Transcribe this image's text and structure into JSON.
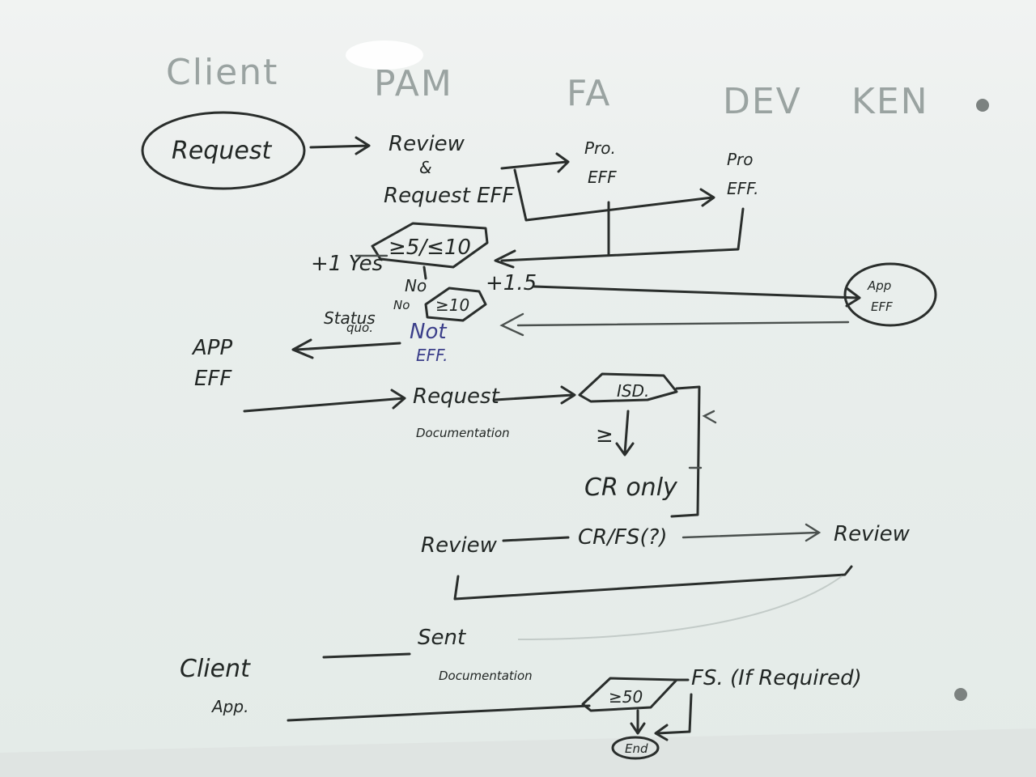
{
  "columns": [
    "Client",
    "PAM",
    "FA",
    "DEV",
    "KEN"
  ],
  "nodes": {
    "request": "Request",
    "review_request_eff": [
      "Review",
      "&",
      "Request EFF"
    ],
    "pro_eff_fa": [
      "Pro.",
      "EFF"
    ],
    "pro_eff_dev": [
      "Pro",
      "EFF."
    ],
    "plus_one_yes": "+1 Yes",
    "decision_5_10": "≥5/≤10",
    "no_1": "No",
    "decision_10": "≥10",
    "plus_1_5": "+1.5",
    "app_eff_right": [
      "App",
      "EFF"
    ],
    "no_2": "No",
    "status_quo": [
      "Status",
      "quo."
    ],
    "not_eff": [
      "Not",
      "EFF."
    ],
    "app_eff_left": [
      "APP",
      "EFF"
    ],
    "request_documentation": [
      "Request",
      "Documentation"
    ],
    "isd": "ISD.",
    "gte": "≥",
    "cr_only": "CR only",
    "review_left": "Review",
    "cr_fs": "CR/FS(?)",
    "review_right": "Review",
    "sent_documentation": [
      "Sent",
      "Documentation"
    ],
    "client_app": [
      "Client",
      "App."
    ],
    "decision_50": "≥50",
    "fs_required": "FS. (If Required)",
    "end": "End"
  },
  "colors": {
    "ink": "#222725",
    "blue_marker": "#3b3f8a",
    "faded_heading": "#9aa3a1",
    "board": "#e6ecea"
  }
}
